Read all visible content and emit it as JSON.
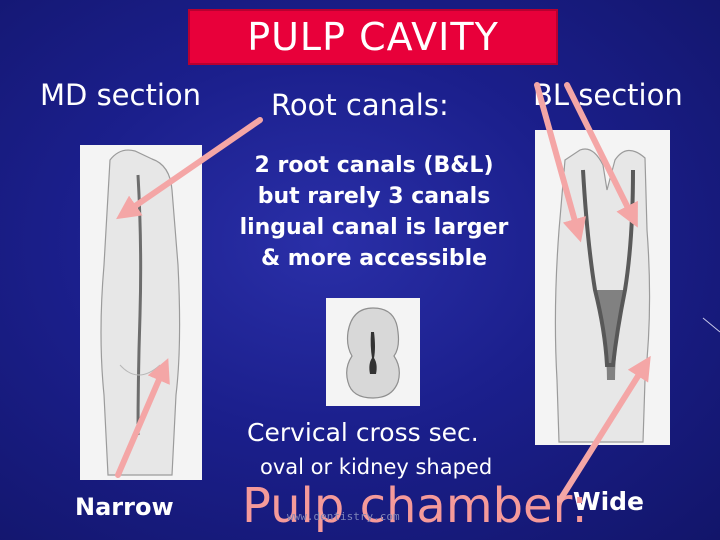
{
  "title": "PULP CAVITY",
  "left_heading": "MD section",
  "right_heading": "BL section",
  "root_canals_label": "Root canals:",
  "root_canals_lines": [
    "2 root canals (B&L)",
    "but rarely 3 canals",
    "lingual canal is larger",
    "& more accessible"
  ],
  "cervical_label": "Cervical cross  sec.",
  "cervical_shape": "oval or kidney shaped",
  "narrow_label": "Narrow",
  "wide_label": "Wide",
  "pulp_chamber_label": "Pulp chamber:",
  "watermark": "www.dentistry.com",
  "colors": {
    "title_bg": "#e8003a",
    "arrow": "#f4a6a6",
    "pulp_label": "#f59a9a",
    "background": "#1b1f8c"
  }
}
